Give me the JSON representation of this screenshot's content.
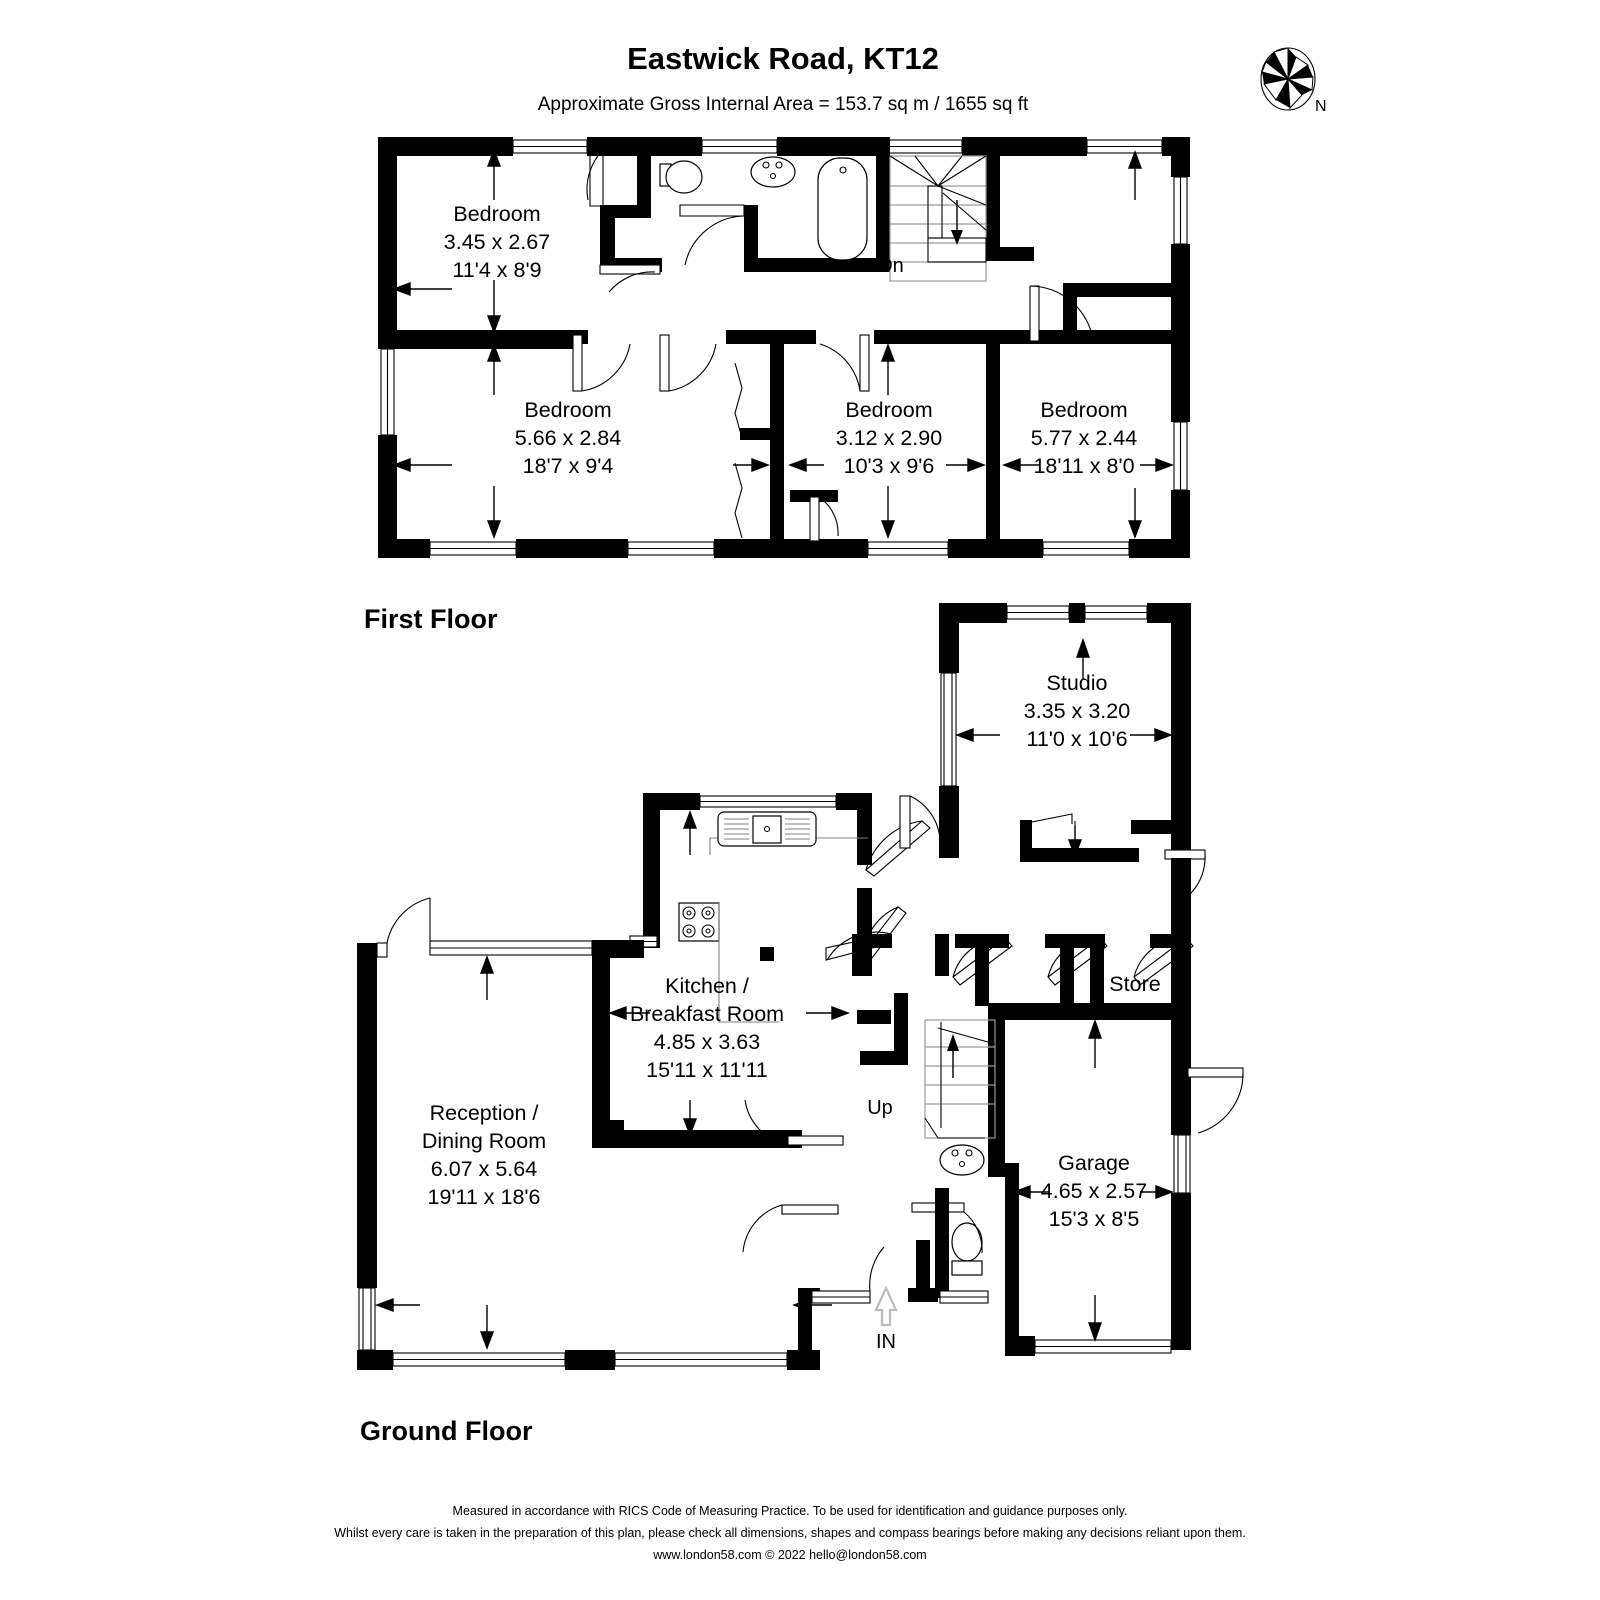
{
  "header": {
    "title": "Eastwick Road, KT12",
    "subtitle": "Approximate Gross Internal Area = 153.7 sq m / 1655 sq ft",
    "compass_label": "N",
    "compass_icon": "compass-rose-icon"
  },
  "floors": [
    {
      "key": "first",
      "label": "First Floor",
      "rooms": [
        {
          "name": "Bedroom",
          "metric": "3.45 x 2.67",
          "imperial": "11'4 x 8'9"
        },
        {
          "name": "Bedroom",
          "metric": "5.66 x 2.84",
          "imperial": "18'7 x 9'4"
        },
        {
          "name": "Bedroom",
          "metric": "3.12 x 2.90",
          "imperial": "10'3 x 9'6"
        },
        {
          "name": "Bedroom",
          "metric": "5.77 x 2.44",
          "imperial": "18'11 x 8'0"
        }
      ],
      "markers": [
        {
          "name": "stair-down-marker",
          "label": "Dn"
        }
      ]
    },
    {
      "key": "ground",
      "label": "Ground Floor",
      "rooms": [
        {
          "name": "Studio",
          "metric": "3.35 x 3.20",
          "imperial": "11'0 x 10'6"
        },
        {
          "name": "Kitchen /",
          "name2": "Breakfast Room",
          "metric": "4.85 x 3.63",
          "imperial": "15'11 x 11'11"
        },
        {
          "name": "Reception /",
          "name2": "Dining Room",
          "metric": "6.07 x 5.64",
          "imperial": "19'11 x 18'6"
        },
        {
          "name": "Garage",
          "metric": "4.65 x 2.57",
          "imperial": "15'3 x 8'5"
        },
        {
          "name": "Store",
          "metric": "",
          "imperial": ""
        }
      ],
      "markers": [
        {
          "name": "stair-up-marker",
          "label": "Up"
        },
        {
          "name": "entrance-marker",
          "label": "IN"
        }
      ]
    }
  ],
  "footer": {
    "line1": "Measured in accordance with RICS Code of Measuring Practice. To be used for identification and guidance purposes only.",
    "line2": "Whilst every care is taken in the preparation of this plan, please check all dimensions, shapes and compass bearings before making any decisions reliant upon them.",
    "line3": "www.london58.com © 2022 hello@london58.com"
  },
  "colors": {
    "wall": "#000000",
    "background": "#ffffff",
    "stair_grey": "#9a9a9a",
    "arrow_grey": "#bbbbbb"
  }
}
